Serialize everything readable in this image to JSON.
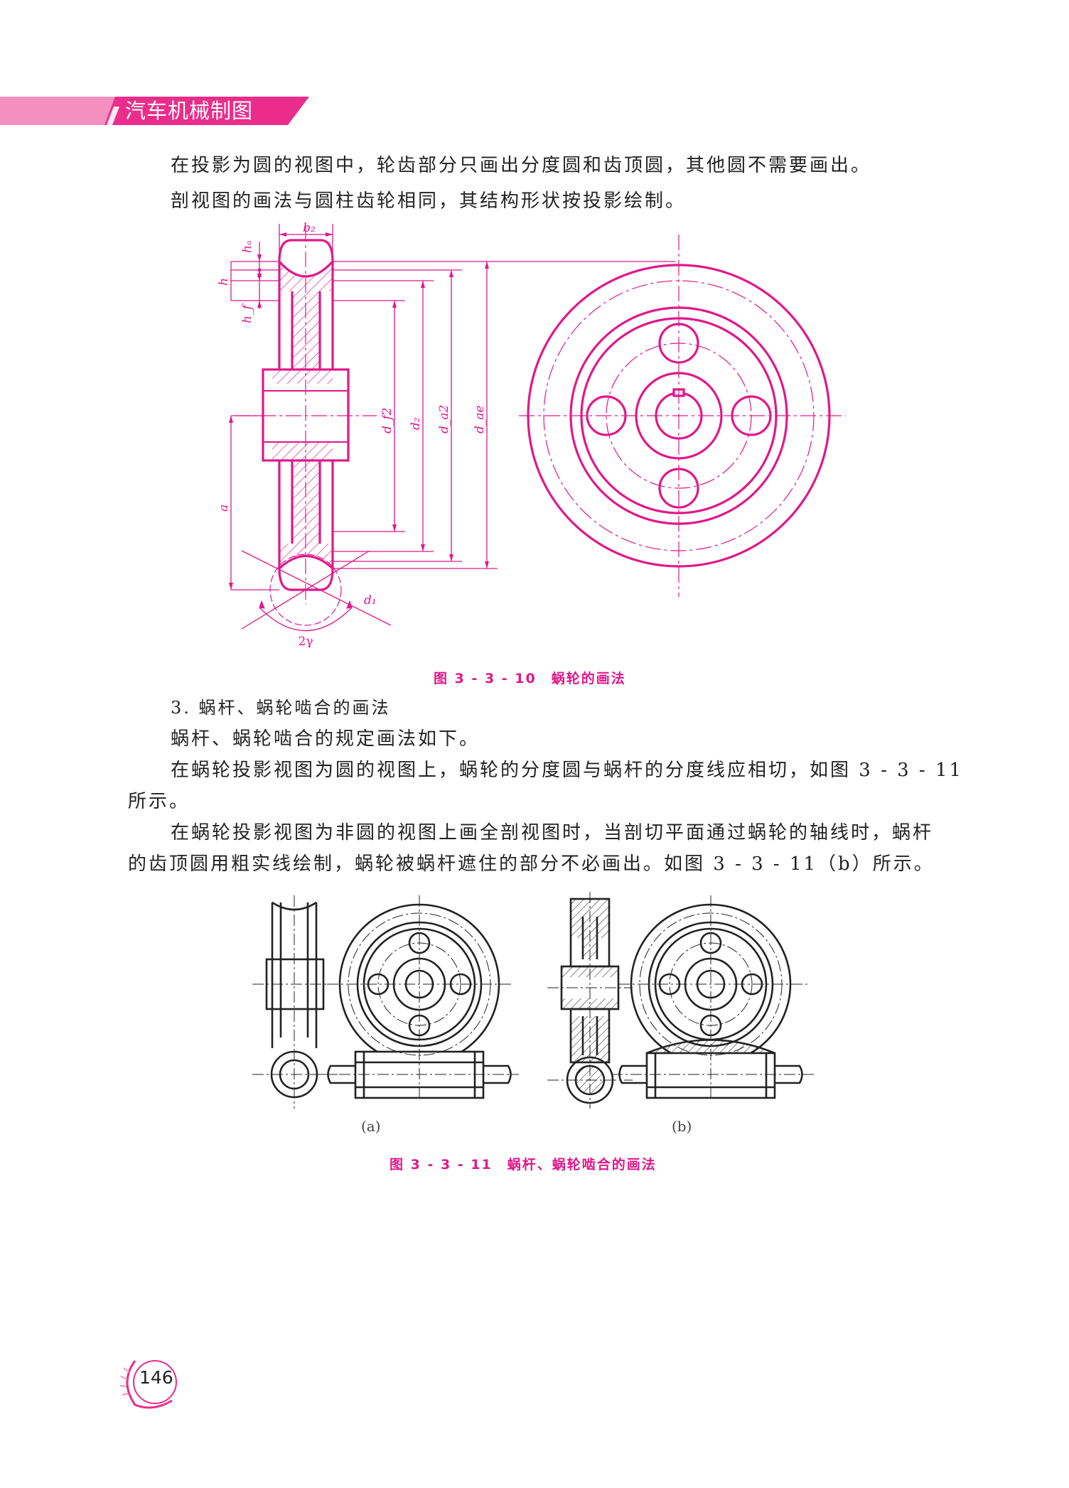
{
  "header": {
    "title": "汽车机械制图",
    "accent_color": "#ea2d8a",
    "light_color": "#f48fc0"
  },
  "paragraphs": {
    "p1": "在投影为圆的视图中，轮齿部分只画出分度圆和齿顶圆，其他圆不需要画出。",
    "p2": "剖视图的画法与圆柱齿轮相同，其结构形状按投影绘制。",
    "section3": "3. 蜗杆、蜗轮啮合的画法",
    "p3": "蜗杆、蜗轮啮合的规定画法如下。",
    "p4a": "在蜗轮投影视图为圆的视图上，蜗轮的分度圆与蜗杆的分度线应相切，如图 3 - 3 - 11",
    "p4b": "所示。",
    "p5a": "在蜗轮投影视图为非圆的视图上画全剖视图时，当剖切平面通过蜗轮的轴线时，蜗杆",
    "p5b": "的齿顶圆用粗实线绘制，蜗轮被蜗杆遮住的部分不必画出。如图 3 - 3 - 11（b）所示。"
  },
  "figure1": {
    "caption": "图 3 - 3 - 10　蜗轮的画法",
    "labels": {
      "b2": "b₂",
      "ha": "hₐ",
      "h": "h",
      "hf": "h_f",
      "df2": "d_f2",
      "d2": "d₂",
      "da2": "d_a2",
      "dae": "d_ae",
      "a": "a",
      "d1": "d₁",
      "angle": "2γ"
    },
    "line_color": "#e0188a"
  },
  "figure2": {
    "caption": "图 3 - 3 - 11　蜗杆、蜗轮啮合的画法",
    "sub_a": "(a)",
    "sub_b": "(b)",
    "line_color": "#222222"
  },
  "page": {
    "number": "146"
  }
}
